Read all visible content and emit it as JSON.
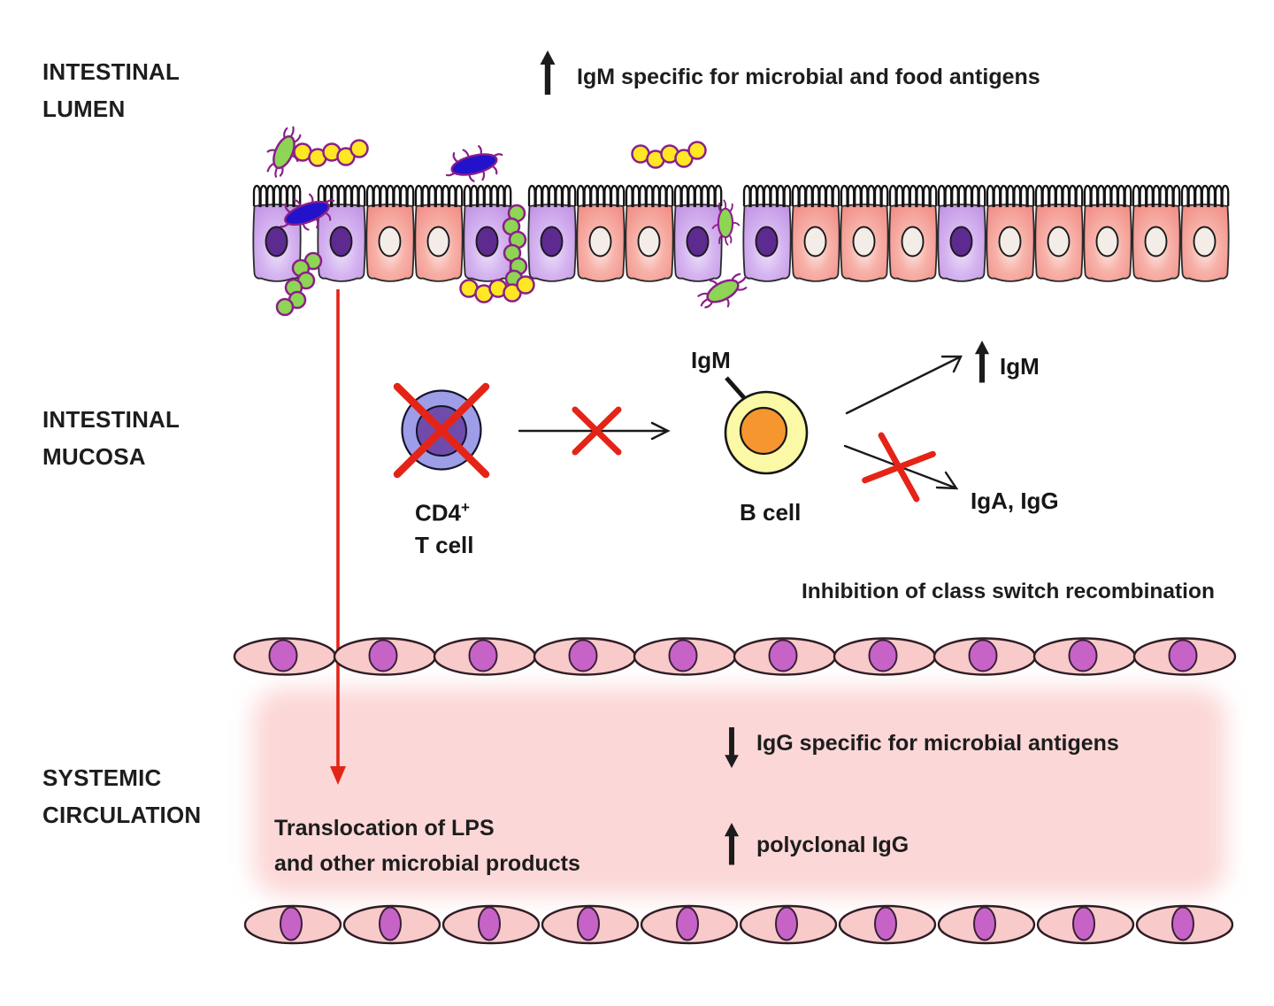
{
  "figure": {
    "type": "immunology-pathway-diagram",
    "regions": {
      "lumen": "INTESTINAL\nLUMEN",
      "mucosa": "INTESTINAL\nMUCOSA",
      "systemic": "SYSTEMIC\nCIRCULATION"
    },
    "annotations": {
      "lumen_igm_increase": "IgM specific for microbial and food antigens",
      "inhibition": "Inhibition of class switch recombination",
      "translocation": "Translocation of LPS\nand other microbial products",
      "igg_specific_decrease": "IgG specific for microbial antigens",
      "polyclonal_igg_increase": "polyclonal IgG",
      "igm_output": "IgM",
      "iga_igg_output": "IgA, IgG",
      "igm_receptor": "IgM"
    },
    "cells": {
      "t_cell_name": "CD4",
      "t_cell_sup": "+",
      "t_cell_type": "T cell",
      "b_cell": "B cell"
    },
    "icons": [
      "up-arrow-icon",
      "down-arrow-icon",
      "red-cross-icon",
      "red-translocation-arrow-icon",
      "green-bacterium-icon",
      "blue-bacterium-icon",
      "yellow-cocci-chain-icon",
      "green-cocci-chain-icon",
      "epithelial-cell",
      "endothelial-cell",
      "t-cell",
      "b-cell"
    ],
    "palette": {
      "background": "#ffffff",
      "text": "#1d1d1d",
      "red_accent": "#e42417",
      "epithelial_pink": "#f18b84",
      "epithelial_purple": "#bf90e2",
      "epithelial_purple_nucleus": "#5d2a90",
      "epithelial_pink_nucleus": "#f4ece7",
      "endothelial_fill": "#f8caca",
      "endothelial_nucleus": "#c763c7",
      "vessel_band": "#fcd7d7",
      "t_cell_outer": "#9d9de8",
      "t_cell_inner": "#6f4cac",
      "b_cell_outer": "#fbf8a6",
      "b_cell_inner": "#f5962e",
      "microbe_green": "#8ed455",
      "microbe_blue": "#2212cc",
      "microbe_yellow": "#ffe823",
      "microbe_outline": "#8a1f8a"
    }
  }
}
